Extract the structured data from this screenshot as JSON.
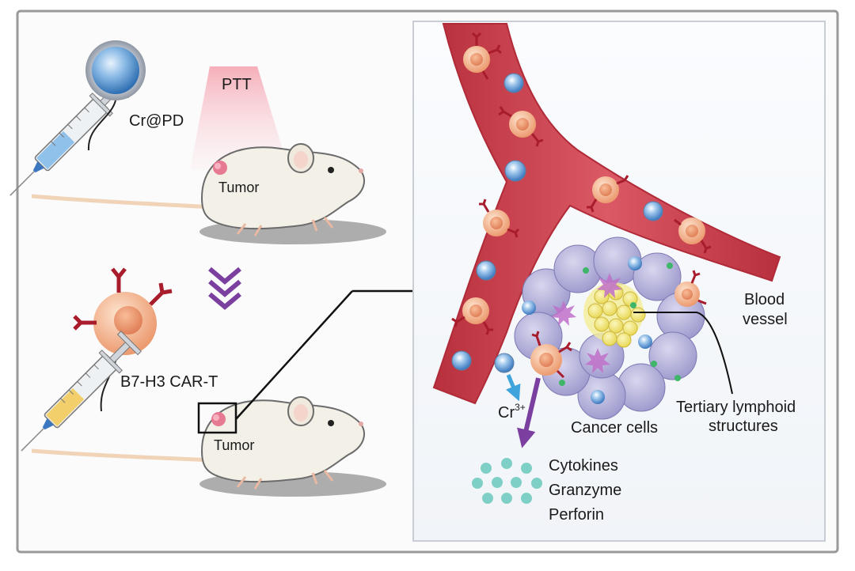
{
  "labels": {
    "nanoparticle": "Cr@PD",
    "ptt": "PTT",
    "tumor_top": "Tumor",
    "tumor_bottom": "Tumor",
    "cart": "B7-H3 CAR-T",
    "blood_vessel_line1": "Blood",
    "blood_vessel_line2": "vessel",
    "cr_ion_base": "Cr",
    "cr_ion_sup": "3+",
    "cancer_cells": "Cancer cells",
    "tls_line1": "Tertiary lymphoid",
    "tls_line2": "structures",
    "cytokines": "Cytokines",
    "granzyme": "Granzyme",
    "perforin": "Perforin"
  },
  "colors": {
    "frame": "#9a9a9a",
    "vessel": "#c93b48",
    "tcell": "#f2b08a",
    "receptor": "#a81c2c",
    "nanoparticle": "#5b9bd5",
    "arrow_purple": "#7b3fa0",
    "cancer_cell": "#a9a6d6",
    "tls": "#f1e66a",
    "cytokine": "#7ed0c6"
  }
}
